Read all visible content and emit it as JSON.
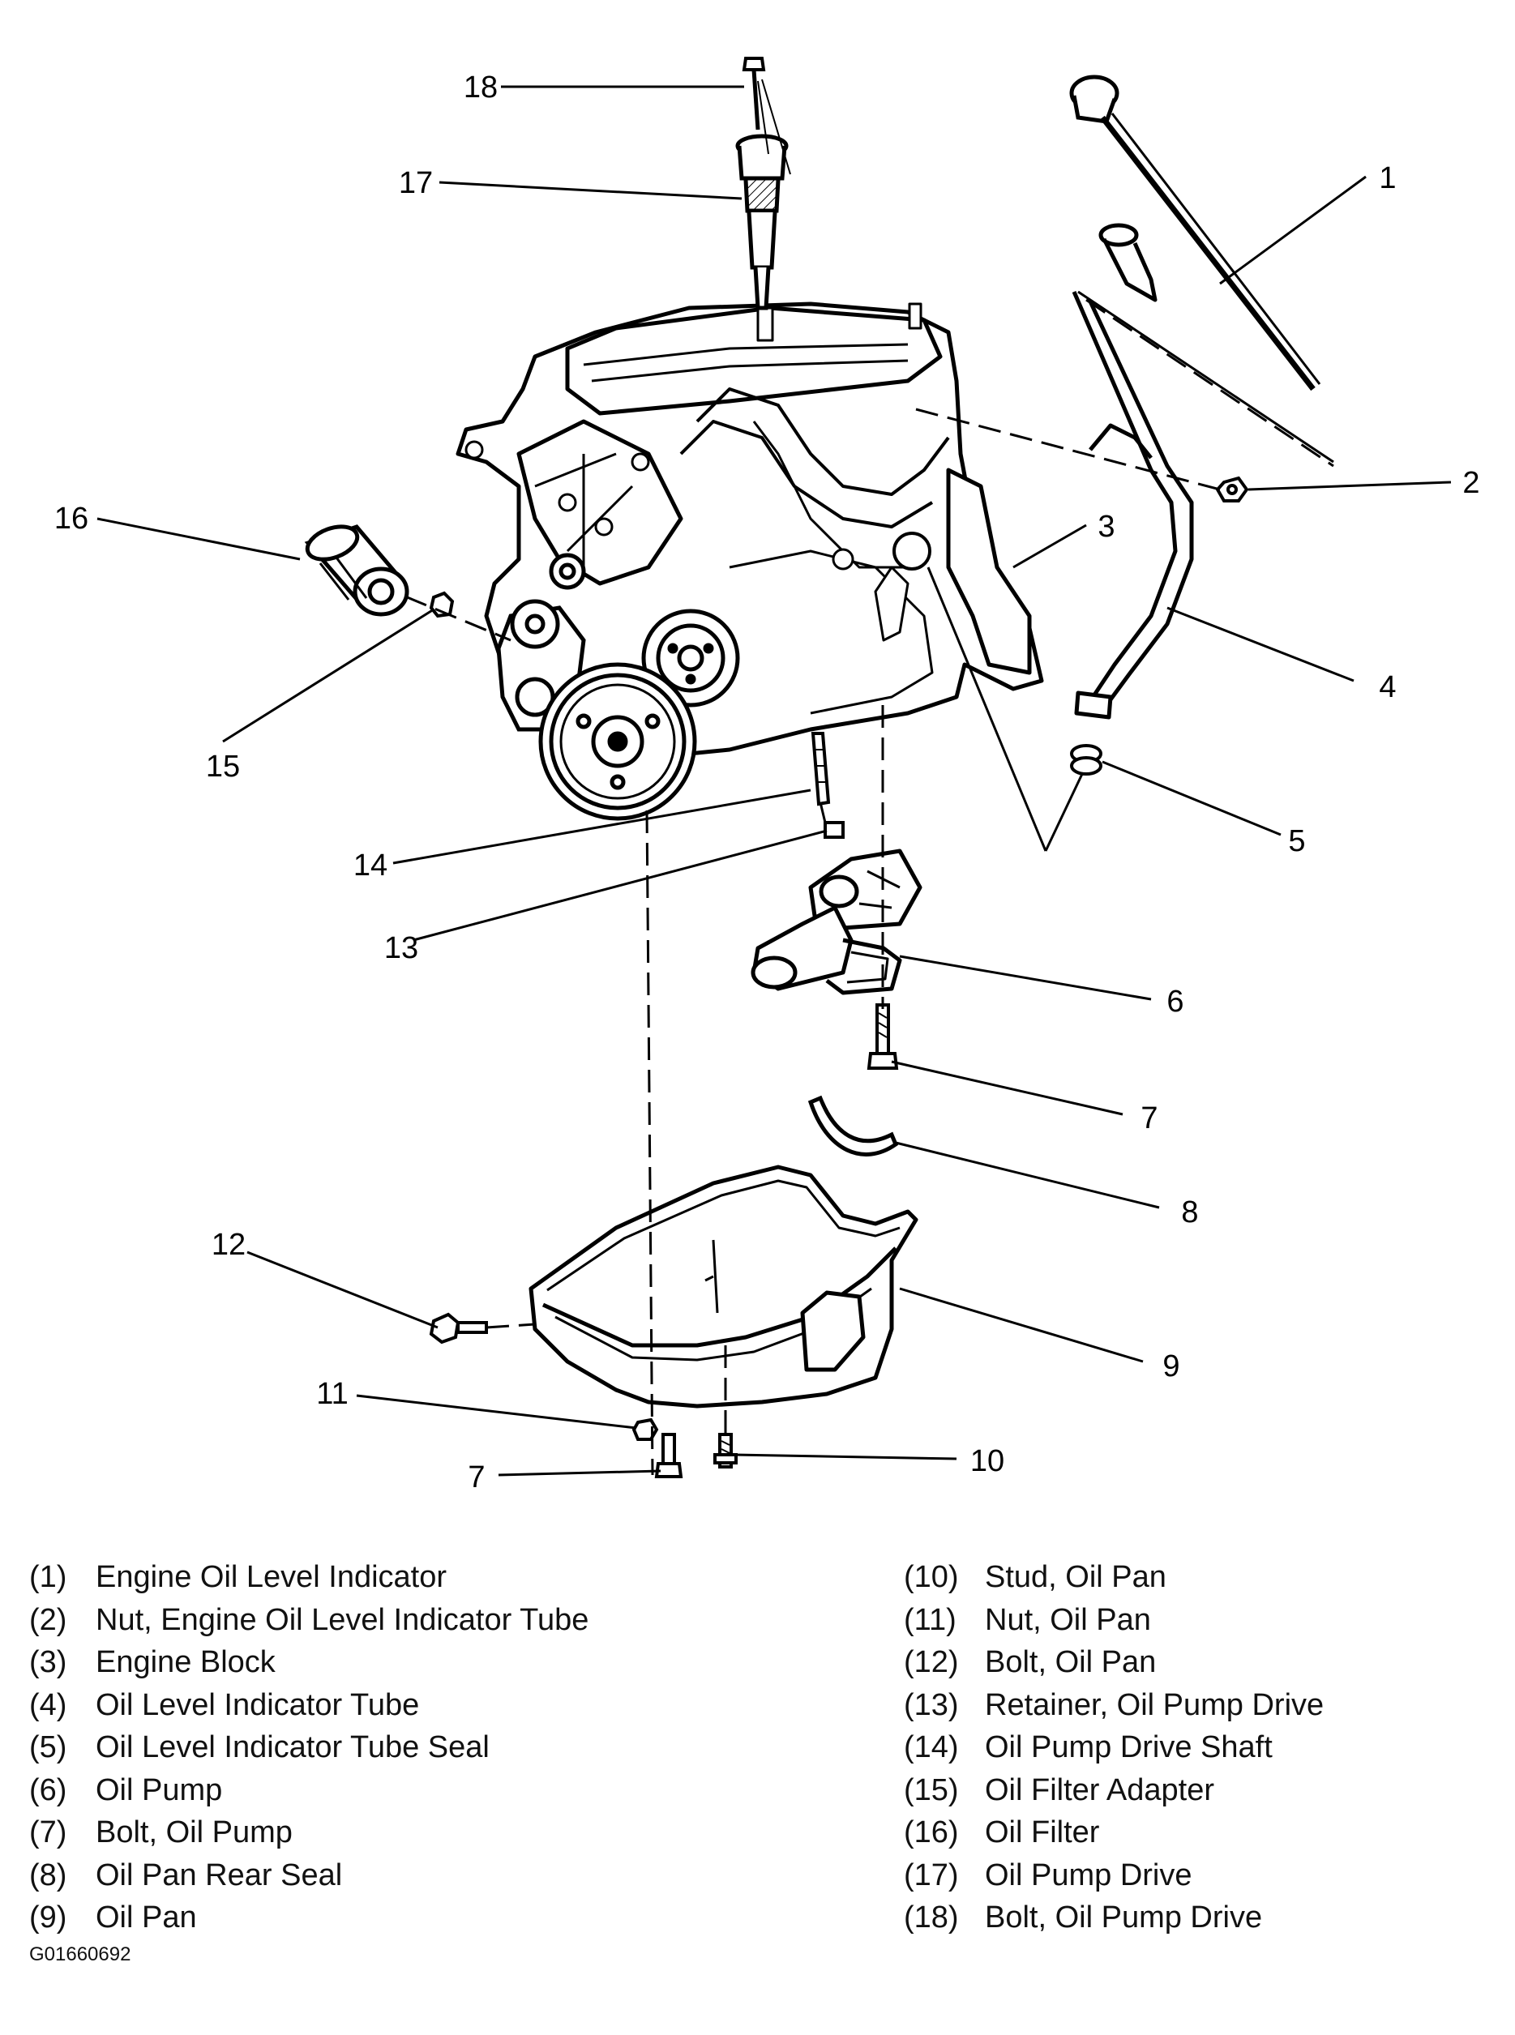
{
  "callouts": [
    "1",
    "2",
    "3",
    "4",
    "5",
    "6",
    "7",
    "8",
    "9",
    "10",
    "11",
    "12",
    "13",
    "14",
    "15",
    "16",
    "17",
    "18",
    "7"
  ],
  "legend": {
    "left": [
      {
        "num": "(1)",
        "text": "Engine Oil Level Indicator"
      },
      {
        "num": "(2)",
        "text": "Nut, Engine Oil Level Indicator Tube"
      },
      {
        "num": "(3)",
        "text": "Engine Block"
      },
      {
        "num": "(4)",
        "text": "Oil Level Indicator Tube"
      },
      {
        "num": "(5)",
        "text": "Oil Level Indicator Tube Seal"
      },
      {
        "num": "(6)",
        "text": "Oil Pump"
      },
      {
        "num": "(7)",
        "text": "Bolt, Oil Pump"
      },
      {
        "num": "(8)",
        "text": "Oil Pan Rear Seal"
      },
      {
        "num": "(9)",
        "text": "Oil Pan"
      }
    ],
    "right": [
      {
        "num": "(10)",
        "text": "Stud, Oil Pan"
      },
      {
        "num": "(11)",
        "text": "Nut, Oil Pan"
      },
      {
        "num": "(12)",
        "text": "Bolt, Oil Pan"
      },
      {
        "num": "(13)",
        "text": "Retainer, Oil Pump Drive"
      },
      {
        "num": "(14)",
        "text": "Oil Pump Drive Shaft"
      },
      {
        "num": "(15)",
        "text": "Oil Filter Adapter"
      },
      {
        "num": "(16)",
        "text": "Oil Filter"
      },
      {
        "num": "(17)",
        "text": "Oil Pump Drive"
      },
      {
        "num": "(18)",
        "text": "Bolt, Oil Pump Drive"
      }
    ]
  },
  "figure_id": "G01660692"
}
